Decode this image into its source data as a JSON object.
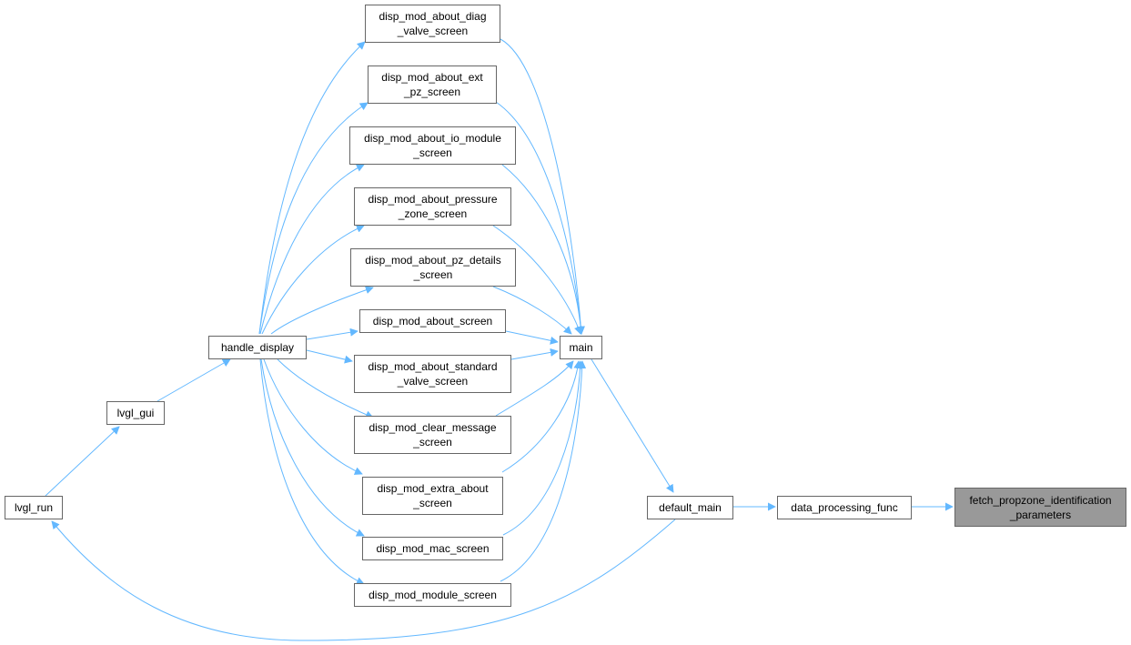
{
  "diagram": {
    "nodes": [
      {
        "id": "fetch_propzone",
        "label": "fetch_propzone_identification\n_parameters",
        "current": true
      },
      {
        "id": "data_processing_func",
        "label": "data_processing_func"
      },
      {
        "id": "default_main",
        "label": "default_main"
      },
      {
        "id": "main",
        "label": "main"
      },
      {
        "id": "lvgl_run",
        "label": "lvgl_run"
      },
      {
        "id": "lvgl_gui",
        "label": "lvgl_gui"
      },
      {
        "id": "handle_display",
        "label": "handle_display"
      },
      {
        "id": "diag_valve",
        "label": "disp_mod_about_diag\n_valve_screen"
      },
      {
        "id": "ext_pz",
        "label": "disp_mod_about_ext\n_pz_screen"
      },
      {
        "id": "io_module",
        "label": "disp_mod_about_io_module\n_screen"
      },
      {
        "id": "pressure_zone",
        "label": "disp_mod_about_pressure\n_zone_screen"
      },
      {
        "id": "pz_details",
        "label": "disp_mod_about_pz_details\n_screen"
      },
      {
        "id": "about_screen",
        "label": "disp_mod_about_screen"
      },
      {
        "id": "standard_valve",
        "label": "disp_mod_about_standard\n_valve_screen"
      },
      {
        "id": "clear_message",
        "label": "disp_mod_clear_message\n_screen"
      },
      {
        "id": "extra_about",
        "label": "disp_mod_extra_about\n_screen"
      },
      {
        "id": "mac_screen",
        "label": "disp_mod_mac_screen"
      },
      {
        "id": "module_screen",
        "label": "disp_mod_module_screen"
      }
    ],
    "edges": [
      {
        "from": "data_processing_func",
        "to": "fetch_propzone"
      },
      {
        "from": "default_main",
        "to": "data_processing_func"
      },
      {
        "from": "main",
        "to": "default_main"
      },
      {
        "from": "diag_valve",
        "to": "main"
      },
      {
        "from": "ext_pz",
        "to": "main"
      },
      {
        "from": "io_module",
        "to": "main"
      },
      {
        "from": "pressure_zone",
        "to": "main"
      },
      {
        "from": "pz_details",
        "to": "main"
      },
      {
        "from": "about_screen",
        "to": "main"
      },
      {
        "from": "standard_valve",
        "to": "main"
      },
      {
        "from": "clear_message",
        "to": "main"
      },
      {
        "from": "extra_about",
        "to": "main"
      },
      {
        "from": "mac_screen",
        "to": "main"
      },
      {
        "from": "module_screen",
        "to": "main"
      },
      {
        "from": "handle_display",
        "to": "diag_valve"
      },
      {
        "from": "handle_display",
        "to": "ext_pz"
      },
      {
        "from": "handle_display",
        "to": "io_module"
      },
      {
        "from": "handle_display",
        "to": "pressure_zone"
      },
      {
        "from": "handle_display",
        "to": "pz_details"
      },
      {
        "from": "handle_display",
        "to": "about_screen"
      },
      {
        "from": "handle_display",
        "to": "standard_valve"
      },
      {
        "from": "handle_display",
        "to": "clear_message"
      },
      {
        "from": "handle_display",
        "to": "extra_about"
      },
      {
        "from": "handle_display",
        "to": "mac_screen"
      },
      {
        "from": "handle_display",
        "to": "module_screen"
      },
      {
        "from": "lvgl_gui",
        "to": "handle_display"
      },
      {
        "from": "lvgl_run",
        "to": "lvgl_gui"
      },
      {
        "from": "default_main",
        "to": "lvgl_run"
      }
    ],
    "colors": {
      "edge": "#63b8ff",
      "node_border": "#666666",
      "node_fill": "#ffffff",
      "current_fill": "#999999",
      "text": "#000000"
    }
  }
}
